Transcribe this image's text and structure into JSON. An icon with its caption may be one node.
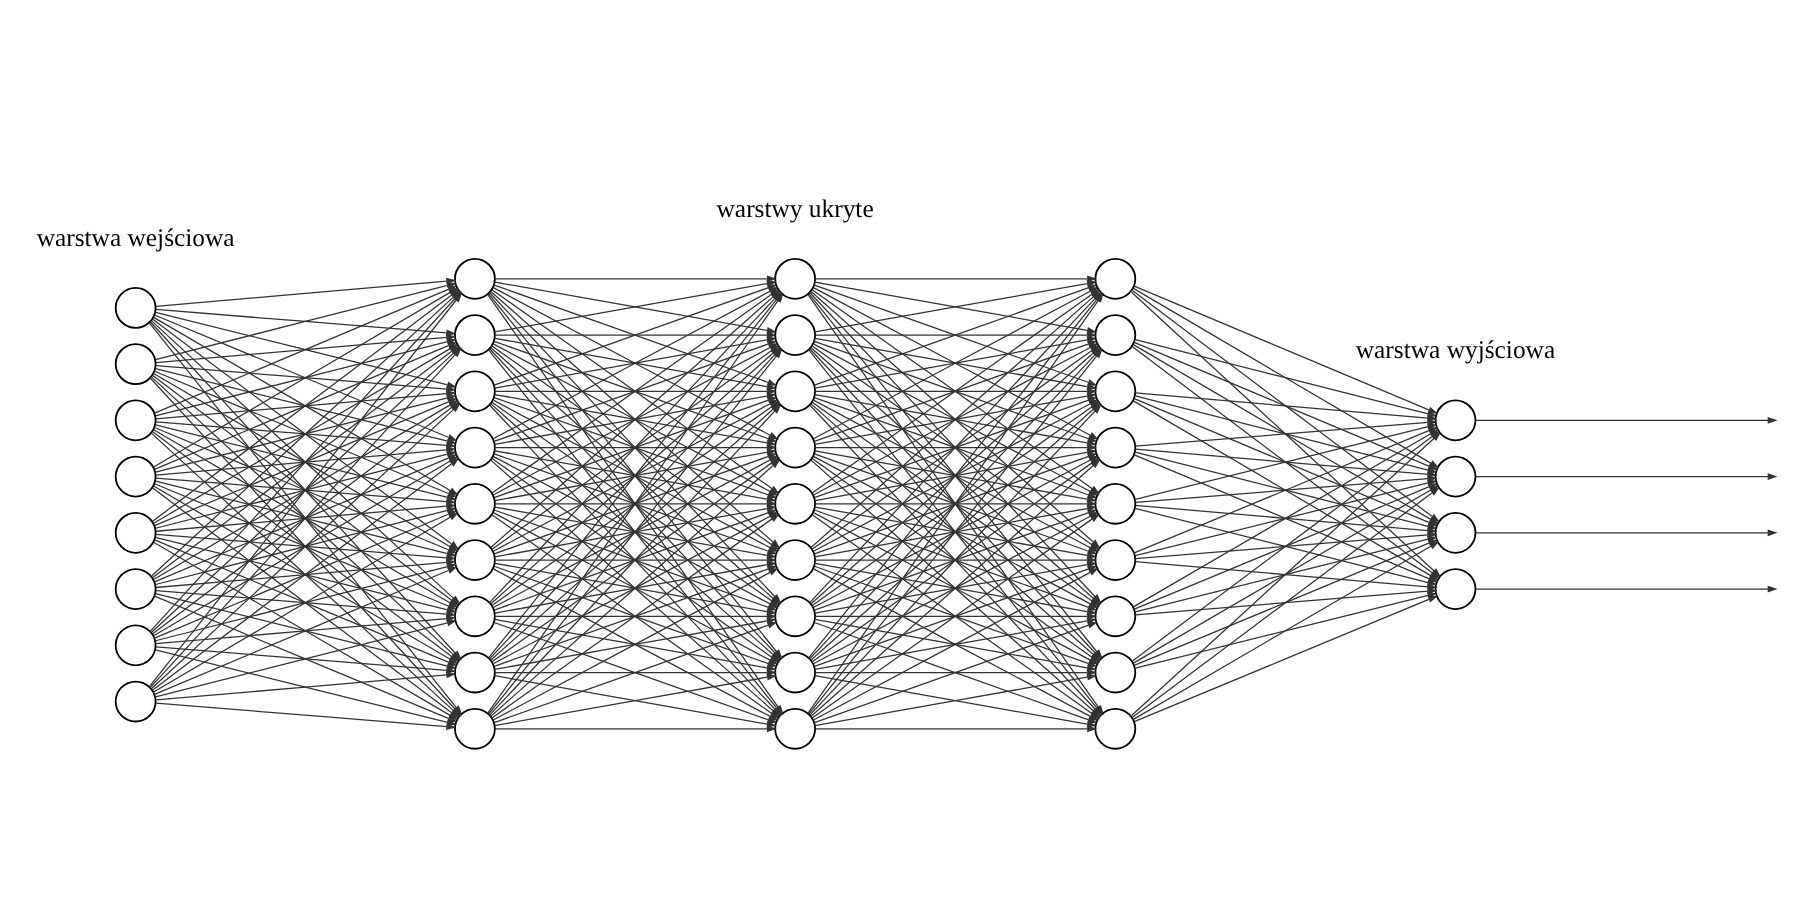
{
  "diagram": {
    "nodes": [
      {
        "text": [],
        "shape": "circle"
      },
      {
        "text": [],
        "shape": "circle"
      },
      {
        "text": [],
        "shape": "circle"
      },
      {
        "text": [],
        "shape": "circle"
      },
      {
        "text": [],
        "shape": "circle"
      },
      {
        "text": [],
        "shape": "circle"
      },
      {
        "text": [],
        "shape": "circle"
      },
      {
        "text": [],
        "shape": "circle"
      },
      {
        "text": [],
        "shape": "circle"
      },
      {
        "text": [],
        "shape": "circle"
      },
      {
        "text": [],
        "shape": "circle"
      },
      {
        "text": [],
        "shape": "circle"
      },
      {
        "text": [],
        "shape": "circle"
      },
      {
        "text": [],
        "shape": "circle"
      },
      {
        "text": [],
        "shape": "circle"
      },
      {
        "text": [],
        "shape": "circle"
      },
      {
        "text": [],
        "shape": "circle"
      },
      {
        "text": [],
        "shape": "circle"
      },
      {
        "text": [],
        "shape": "circle"
      },
      {
        "text": [],
        "shape": "circle"
      },
      {
        "text": [],
        "shape": "circle"
      },
      {
        "text": [],
        "shape": "circle"
      },
      {
        "text": [],
        "shape": "circle"
      },
      {
        "text": [],
        "shape": "circle"
      },
      {
        "text": [],
        "shape": "circle"
      },
      {
        "text": [],
        "shape": "circle"
      },
      {
        "text": [],
        "shape": "circle"
      },
      {
        "text": [],
        "shape": "circle"
      },
      {
        "text": [],
        "shape": "circle"
      },
      {
        "text": [],
        "shape": "circle"
      },
      {
        "text": [],
        "shape": "circle"
      },
      {
        "text": [],
        "shape": "circle"
      },
      {
        "text": [],
        "shape": "circle"
      },
      {
        "text": [],
        "shape": "circle"
      },
      {
        "text": [],
        "shape": "circle"
      },
      {
        "text": [],
        "shape": "circle"
      },
      {
        "text": [],
        "shape": "circle"
      },
      {
        "text": [],
        "shape": "circle"
      },
      {
        "text": [],
        "shape": "circle"
      }
    ],
    "edges": [
      {
        "from": 0,
        "to": 8,
        "arrow": "to"
      },
      {
        "from": 0,
        "to": 9,
        "arrow": "to"
      },
      {
        "from": 0,
        "to": 10,
        "arrow": "to"
      },
      {
        "from": 0,
        "to": 11,
        "arrow": "to"
      },
      {
        "from": 0,
        "to": 12,
        "arrow": "to"
      },
      {
        "from": 0,
        "to": 13,
        "arrow": "to"
      },
      {
        "from": 0,
        "to": 14,
        "arrow": "to"
      },
      {
        "from": 0,
        "to": 15,
        "arrow": "to"
      },
      {
        "from": 0,
        "to": 16,
        "arrow": "to"
      },
      {
        "from": 1,
        "to": 8,
        "arrow": "to"
      },
      {
        "from": 1,
        "to": 9,
        "arrow": "to"
      },
      {
        "from": 1,
        "to": 10,
        "arrow": "to"
      },
      {
        "from": 1,
        "to": 11,
        "arrow": "to"
      },
      {
        "from": 1,
        "to": 12,
        "arrow": "to"
      },
      {
        "from": 1,
        "to": 13,
        "arrow": "to"
      },
      {
        "from": 1,
        "to": 14,
        "arrow": "to"
      },
      {
        "from": 1,
        "to": 15,
        "arrow": "to"
      },
      {
        "from": 1,
        "to": 16,
        "arrow": "to"
      },
      {
        "from": 2,
        "to": 8,
        "arrow": "to"
      },
      {
        "from": 2,
        "to": 9,
        "arrow": "to"
      },
      {
        "from": 2,
        "to": 10,
        "arrow": "to"
      },
      {
        "from": 2,
        "to": 11,
        "arrow": "to"
      },
      {
        "from": 2,
        "to": 12,
        "arrow": "to"
      },
      {
        "from": 2,
        "to": 13,
        "arrow": "to"
      },
      {
        "from": 2,
        "to": 14,
        "arrow": "to"
      },
      {
        "from": 2,
        "to": 15,
        "arrow": "to"
      },
      {
        "from": 2,
        "to": 16,
        "arrow": "to"
      },
      {
        "from": 3,
        "to": 8,
        "arrow": "to"
      },
      {
        "from": 3,
        "to": 9,
        "arrow": "to"
      },
      {
        "from": 3,
        "to": 10,
        "arrow": "to"
      },
      {
        "from": 3,
        "to": 11,
        "arrow": "to"
      },
      {
        "from": 3,
        "to": 12,
        "arrow": "to"
      },
      {
        "from": 3,
        "to": 13,
        "arrow": "to"
      },
      {
        "from": 3,
        "to": 14,
        "arrow": "to"
      },
      {
        "from": 3,
        "to": 15,
        "arrow": "to"
      },
      {
        "from": 3,
        "to": 16,
        "arrow": "to"
      },
      {
        "from": 4,
        "to": 8,
        "arrow": "to"
      },
      {
        "from": 4,
        "to": 9,
        "arrow": "to"
      },
      {
        "from": 4,
        "to": 10,
        "arrow": "to"
      },
      {
        "from": 4,
        "to": 11,
        "arrow": "to"
      },
      {
        "from": 4,
        "to": 12,
        "arrow": "to"
      },
      {
        "from": 4,
        "to": 13,
        "arrow": "to"
      },
      {
        "from": 4,
        "to": 14,
        "arrow": "to"
      },
      {
        "from": 4,
        "to": 15,
        "arrow": "to"
      },
      {
        "from": 4,
        "to": 16,
        "arrow": "to"
      },
      {
        "from": 5,
        "to": 8,
        "arrow": "to"
      },
      {
        "from": 5,
        "to": 9,
        "arrow": "to"
      },
      {
        "from": 5,
        "to": 10,
        "arrow": "to"
      },
      {
        "from": 5,
        "to": 11,
        "arrow": "to"
      },
      {
        "from": 5,
        "to": 12,
        "arrow": "to"
      },
      {
        "from": 5,
        "to": 13,
        "arrow": "to"
      },
      {
        "from": 5,
        "to": 14,
        "arrow": "to"
      },
      {
        "from": 5,
        "to": 15,
        "arrow": "to"
      },
      {
        "from": 5,
        "to": 16,
        "arrow": "to"
      },
      {
        "from": 6,
        "to": 8,
        "arrow": "to"
      },
      {
        "from": 6,
        "to": 9,
        "arrow": "to"
      },
      {
        "from": 6,
        "to": 10,
        "arrow": "to"
      },
      {
        "from": 6,
        "to": 11,
        "arrow": "to"
      },
      {
        "from": 6,
        "to": 12,
        "arrow": "to"
      },
      {
        "from": 6,
        "to": 13,
        "arrow": "to"
      },
      {
        "from": 6,
        "to": 14,
        "arrow": "to"
      },
      {
        "from": 6,
        "to": 15,
        "arrow": "to"
      },
      {
        "from": 6,
        "to": 16,
        "arrow": "to"
      },
      {
        "from": 7,
        "to": 8,
        "arrow": "to"
      },
      {
        "from": 7,
        "to": 9,
        "arrow": "to"
      },
      {
        "from": 7,
        "to": 10,
        "arrow": "to"
      },
      {
        "from": 7,
        "to": 11,
        "arrow": "to"
      },
      {
        "from": 7,
        "to": 12,
        "arrow": "to"
      },
      {
        "from": 7,
        "to": 13,
        "arrow": "to"
      },
      {
        "from": 7,
        "to": 14,
        "arrow": "to"
      },
      {
        "from": 7,
        "to": 15,
        "arrow": "to"
      },
      {
        "from": 7,
        "to": 16,
        "arrow": "to"
      },
      {
        "from": 8,
        "to": 17,
        "arrow": "to"
      },
      {
        "from": 8,
        "to": 18,
        "arrow": "to"
      },
      {
        "from": 8,
        "to": 19,
        "arrow": "to"
      },
      {
        "from": 8,
        "to": 20,
        "arrow": "to"
      },
      {
        "from": 8,
        "to": 21,
        "arrow": "to"
      },
      {
        "from": 8,
        "to": 22,
        "arrow": "to"
      },
      {
        "from": 8,
        "to": 23,
        "arrow": "to"
      },
      {
        "from": 8,
        "to": 24,
        "arrow": "to"
      },
      {
        "from": 8,
        "to": 25,
        "arrow": "to"
      },
      {
        "from": 9,
        "to": 17,
        "arrow": "to"
      },
      {
        "from": 9,
        "to": 18,
        "arrow": "to"
      },
      {
        "from": 9,
        "to": 19,
        "arrow": "to"
      },
      {
        "from": 9,
        "to": 20,
        "arrow": "to"
      },
      {
        "from": 9,
        "to": 21,
        "arrow": "to"
      },
      {
        "from": 9,
        "to": 22,
        "arrow": "to"
      },
      {
        "from": 9,
        "to": 23,
        "arrow": "to"
      },
      {
        "from": 9,
        "to": 24,
        "arrow": "to"
      },
      {
        "from": 9,
        "to": 25,
        "arrow": "to"
      },
      {
        "from": 10,
        "to": 17,
        "arrow": "to"
      },
      {
        "from": 10,
        "to": 18,
        "arrow": "to"
      },
      {
        "from": 10,
        "to": 19,
        "arrow": "to"
      },
      {
        "from": 10,
        "to": 20,
        "arrow": "to"
      },
      {
        "from": 10,
        "to": 21,
        "arrow": "to"
      },
      {
        "from": 10,
        "to": 22,
        "arrow": "to"
      },
      {
        "from": 10,
        "to": 23,
        "arrow": "to"
      },
      {
        "from": 10,
        "to": 24,
        "arrow": "to"
      },
      {
        "from": 10,
        "to": 25,
        "arrow": "to"
      },
      {
        "from": 11,
        "to": 17,
        "arrow": "to"
      },
      {
        "from": 11,
        "to": 18,
        "arrow": "to"
      },
      {
        "from": 11,
        "to": 19,
        "arrow": "to"
      },
      {
        "from": 11,
        "to": 20,
        "arrow": "to"
      },
      {
        "from": 11,
        "to": 21,
        "arrow": "to"
      },
      {
        "from": 11,
        "to": 22,
        "arrow": "to"
      },
      {
        "from": 11,
        "to": 23,
        "arrow": "to"
      },
      {
        "from": 11,
        "to": 24,
        "arrow": "to"
      },
      {
        "from": 11,
        "to": 25,
        "arrow": "to"
      },
      {
        "from": 12,
        "to": 17,
        "arrow": "to"
      },
      {
        "from": 12,
        "to": 18,
        "arrow": "to"
      },
      {
        "from": 12,
        "to": 19,
        "arrow": "to"
      },
      {
        "from": 12,
        "to": 20,
        "arrow": "to"
      },
      {
        "from": 12,
        "to": 21,
        "arrow": "to"
      },
      {
        "from": 12,
        "to": 22,
        "arrow": "to"
      },
      {
        "from": 12,
        "to": 23,
        "arrow": "to"
      },
      {
        "from": 12,
        "to": 24,
        "arrow": "to"
      },
      {
        "from": 12,
        "to": 25,
        "arrow": "to"
      },
      {
        "from": 13,
        "to": 17,
        "arrow": "to"
      },
      {
        "from": 13,
        "to": 18,
        "arrow": "to"
      },
      {
        "from": 13,
        "to": 19,
        "arrow": "to"
      },
      {
        "from": 13,
        "to": 20,
        "arrow": "to"
      },
      {
        "from": 13,
        "to": 21,
        "arrow": "to"
      },
      {
        "from": 13,
        "to": 22,
        "arrow": "to"
      },
      {
        "from": 13,
        "to": 23,
        "arrow": "to"
      },
      {
        "from": 13,
        "to": 24,
        "arrow": "to"
      },
      {
        "from": 13,
        "to": 25,
        "arrow": "to"
      },
      {
        "from": 14,
        "to": 17,
        "arrow": "to"
      },
      {
        "from": 14,
        "to": 18,
        "arrow": "to"
      },
      {
        "from": 14,
        "to": 19,
        "arrow": "to"
      },
      {
        "from": 14,
        "to": 20,
        "arrow": "to"
      },
      {
        "from": 14,
        "to": 21,
        "arrow": "to"
      },
      {
        "from": 14,
        "to": 22,
        "arrow": "to"
      },
      {
        "from": 14,
        "to": 23,
        "arrow": "to"
      },
      {
        "from": 14,
        "to": 24,
        "arrow": "to"
      },
      {
        "from": 14,
        "to": 25,
        "arrow": "to"
      },
      {
        "from": 15,
        "to": 17,
        "arrow": "to"
      },
      {
        "from": 15,
        "to": 18,
        "arrow": "to"
      },
      {
        "from": 15,
        "to": 19,
        "arrow": "to"
      },
      {
        "from": 15,
        "to": 20,
        "arrow": "to"
      },
      {
        "from": 15,
        "to": 21,
        "arrow": "to"
      },
      {
        "from": 15,
        "to": 22,
        "arrow": "to"
      },
      {
        "from": 15,
        "to": 23,
        "arrow": "to"
      },
      {
        "from": 15,
        "to": 24,
        "arrow": "to"
      },
      {
        "from": 15,
        "to": 25,
        "arrow": "to"
      },
      {
        "from": 16,
        "to": 17,
        "arrow": "to"
      },
      {
        "from": 16,
        "to": 18,
        "arrow": "to"
      },
      {
        "from": 16,
        "to": 19,
        "arrow": "to"
      },
      {
        "from": 16,
        "to": 20,
        "arrow": "to"
      },
      {
        "from": 16,
        "to": 21,
        "arrow": "to"
      },
      {
        "from": 16,
        "to": 22,
        "arrow": "to"
      },
      {
        "from": 16,
        "to": 23,
        "arrow": "to"
      },
      {
        "from": 16,
        "to": 24,
        "arrow": "to"
      },
      {
        "from": 16,
        "to": 25,
        "arrow": "to"
      },
      {
        "from": 17,
        "to": 26,
        "arrow": "to"
      },
      {
        "from": 17,
        "to": 27,
        "arrow": "to"
      },
      {
        "from": 17,
        "to": 28,
        "arrow": "to"
      },
      {
        "from": 17,
        "to": 29,
        "arrow": "to"
      },
      {
        "from": 17,
        "to": 30,
        "arrow": "to"
      },
      {
        "from": 17,
        "to": 31,
        "arrow": "to"
      },
      {
        "from": 17,
        "to": 32,
        "arrow": "to"
      },
      {
        "from": 17,
        "to": 33,
        "arrow": "to"
      },
      {
        "from": 17,
        "to": 34,
        "arrow": "to"
      },
      {
        "from": 18,
        "to": 26,
        "arrow": "to"
      },
      {
        "from": 18,
        "to": 27,
        "arrow": "to"
      },
      {
        "from": 18,
        "to": 28,
        "arrow": "to"
      },
      {
        "from": 18,
        "to": 29,
        "arrow": "to"
      },
      {
        "from": 18,
        "to": 30,
        "arrow": "to"
      },
      {
        "from": 18,
        "to": 31,
        "arrow": "to"
      },
      {
        "from": 18,
        "to": 32,
        "arrow": "to"
      },
      {
        "from": 18,
        "to": 33,
        "arrow": "to"
      },
      {
        "from": 18,
        "to": 34,
        "arrow": "to"
      },
      {
        "from": 19,
        "to": 26,
        "arrow": "to"
      },
      {
        "from": 19,
        "to": 27,
        "arrow": "to"
      },
      {
        "from": 19,
        "to": 28,
        "arrow": "to"
      },
      {
        "from": 19,
        "to": 29,
        "arrow": "to"
      },
      {
        "from": 19,
        "to": 30,
        "arrow": "to"
      },
      {
        "from": 19,
        "to": 31,
        "arrow": "to"
      },
      {
        "from": 19,
        "to": 32,
        "arrow": "to"
      },
      {
        "from": 19,
        "to": 33,
        "arrow": "to"
      },
      {
        "from": 19,
        "to": 34,
        "arrow": "to"
      },
      {
        "from": 20,
        "to": 26,
        "arrow": "to"
      },
      {
        "from": 20,
        "to": 27,
        "arrow": "to"
      },
      {
        "from": 20,
        "to": 28,
        "arrow": "to"
      },
      {
        "from": 20,
        "to": 29,
        "arrow": "to"
      },
      {
        "from": 20,
        "to": 30,
        "arrow": "to"
      },
      {
        "from": 20,
        "to": 31,
        "arrow": "to"
      },
      {
        "from": 20,
        "to": 32,
        "arrow": "to"
      },
      {
        "from": 20,
        "to": 33,
        "arrow": "to"
      },
      {
        "from": 20,
        "to": 34,
        "arrow": "to"
      },
      {
        "from": 21,
        "to": 26,
        "arrow": "to"
      },
      {
        "from": 21,
        "to": 27,
        "arrow": "to"
      },
      {
        "from": 21,
        "to": 28,
        "arrow": "to"
      },
      {
        "from": 21,
        "to": 29,
        "arrow": "to"
      },
      {
        "from": 21,
        "to": 30,
        "arrow": "to"
      },
      {
        "from": 21,
        "to": 31,
        "arrow": "to"
      },
      {
        "from": 21,
        "to": 32,
        "arrow": "to"
      },
      {
        "from": 21,
        "to": 33,
        "arrow": "to"
      },
      {
        "from": 21,
        "to": 34,
        "arrow": "to"
      },
      {
        "from": 22,
        "to": 26,
        "arrow": "to"
      },
      {
        "from": 22,
        "to": 27,
        "arrow": "to"
      },
      {
        "from": 22,
        "to": 28,
        "arrow": "to"
      },
      {
        "from": 22,
        "to": 29,
        "arrow": "to"
      },
      {
        "from": 22,
        "to": 30,
        "arrow": "to"
      },
      {
        "from": 22,
        "to": 31,
        "arrow": "to"
      },
      {
        "from": 22,
        "to": 32,
        "arrow": "to"
      },
      {
        "from": 22,
        "to": 33,
        "arrow": "to"
      },
      {
        "from": 22,
        "to": 34,
        "arrow": "to"
      },
      {
        "from": 23,
        "to": 26,
        "arrow": "to"
      },
      {
        "from": 23,
        "to": 27,
        "arrow": "to"
      },
      {
        "from": 23,
        "to": 28,
        "arrow": "to"
      },
      {
        "from": 23,
        "to": 29,
        "arrow": "to"
      },
      {
        "from": 23,
        "to": 30,
        "arrow": "to"
      },
      {
        "from": 23,
        "to": 31,
        "arrow": "to"
      },
      {
        "from": 23,
        "to": 32,
        "arrow": "to"
      },
      {
        "from": 23,
        "to": 33,
        "arrow": "to"
      },
      {
        "from": 23,
        "to": 34,
        "arrow": "to"
      },
      {
        "from": 24,
        "to": 26,
        "arrow": "to"
      },
      {
        "from": 24,
        "to": 27,
        "arrow": "to"
      },
      {
        "from": 24,
        "to": 28,
        "arrow": "to"
      },
      {
        "from": 24,
        "to": 29,
        "arrow": "to"
      },
      {
        "from": 24,
        "to": 30,
        "arrow": "to"
      },
      {
        "from": 24,
        "to": 31,
        "arrow": "to"
      },
      {
        "from": 24,
        "to": 32,
        "arrow": "to"
      },
      {
        "from": 24,
        "to": 33,
        "arrow": "to"
      },
      {
        "from": 24,
        "to": 34,
        "arrow": "to"
      },
      {
        "from": 25,
        "to": 26,
        "arrow": "to"
      },
      {
        "from": 25,
        "to": 27,
        "arrow": "to"
      },
      {
        "from": 25,
        "to": 28,
        "arrow": "to"
      },
      {
        "from": 25,
        "to": 29,
        "arrow": "to"
      },
      {
        "from": 25,
        "to": 30,
        "arrow": "to"
      },
      {
        "from": 25,
        "to": 31,
        "arrow": "to"
      },
      {
        "from": 25,
        "to": 32,
        "arrow": "to"
      },
      {
        "from": 25,
        "to": 33,
        "arrow": "to"
      },
      {
        "from": 25,
        "to": 34,
        "arrow": "to"
      },
      {
        "from": 26,
        "to": 35,
        "arrow": "to"
      },
      {
        "from": 26,
        "to": 36,
        "arrow": "to"
      },
      {
        "from": 26,
        "to": 37,
        "arrow": "to"
      },
      {
        "from": 26,
        "to": 38,
        "arrow": "to"
      },
      {
        "from": 27,
        "to": 35,
        "arrow": "to"
      },
      {
        "from": 27,
        "to": 36,
        "arrow": "to"
      },
      {
        "from": 27,
        "to": 37,
        "arrow": "to"
      },
      {
        "from": 27,
        "to": 38,
        "arrow": "to"
      },
      {
        "from": 28,
        "to": 35,
        "arrow": "to"
      },
      {
        "from": 28,
        "to": 36,
        "arrow": "to"
      },
      {
        "from": 28,
        "to": 37,
        "arrow": "to"
      },
      {
        "from": 28,
        "to": 38,
        "arrow": "to"
      },
      {
        "from": 29,
        "to": 35,
        "arrow": "to"
      },
      {
        "from": 29,
        "to": 36,
        "arrow": "to"
      },
      {
        "from": 29,
        "to": 37,
        "arrow": "to"
      },
      {
        "from": 29,
        "to": 38,
        "arrow": "to"
      },
      {
        "from": 30,
        "to": 35,
        "arrow": "to"
      },
      {
        "from": 30,
        "to": 36,
        "arrow": "to"
      },
      {
        "from": 30,
        "to": 37,
        "arrow": "to"
      },
      {
        "from": 30,
        "to": 38,
        "arrow": "to"
      },
      {
        "from": 31,
        "to": 35,
        "arrow": "to"
      },
      {
        "from": 31,
        "to": 36,
        "arrow": "to"
      },
      {
        "from": 31,
        "to": 37,
        "arrow": "to"
      },
      {
        "from": 31,
        "to": 38,
        "arrow": "to"
      },
      {
        "from": 32,
        "to": 35,
        "arrow": "to"
      },
      {
        "from": 32,
        "to": 36,
        "arrow": "to"
      },
      {
        "from": 32,
        "to": 37,
        "arrow": "to"
      },
      {
        "from": 32,
        "to": 38,
        "arrow": "to"
      },
      {
        "from": 33,
        "to": 35,
        "arrow": "to"
      },
      {
        "from": 33,
        "to": 36,
        "arrow": "to"
      },
      {
        "from": 33,
        "to": 37,
        "arrow": "to"
      },
      {
        "from": 33,
        "to": 38,
        "arrow": "to"
      },
      {
        "from": 34,
        "to": 35,
        "arrow": "to"
      },
      {
        "from": 34,
        "to": 36,
        "arrow": "to"
      },
      {
        "from": 34,
        "to": 37,
        "arrow": "to"
      },
      {
        "from": 34,
        "to": 38,
        "arrow": "to"
      },
      {
        "from": 35,
        "to": null,
        "arrow": "to"
      },
      {
        "from": 36,
        "to": null,
        "arrow": "to"
      },
      {
        "from": 37,
        "to": null,
        "arrow": "to"
      },
      {
        "from": 38,
        "to": null,
        "arrow": "to"
      }
    ],
    "labels": [
      "warstwa wejściowa",
      "warstwy ukryte",
      "warstwa wyjściowa"
    ]
  }
}
